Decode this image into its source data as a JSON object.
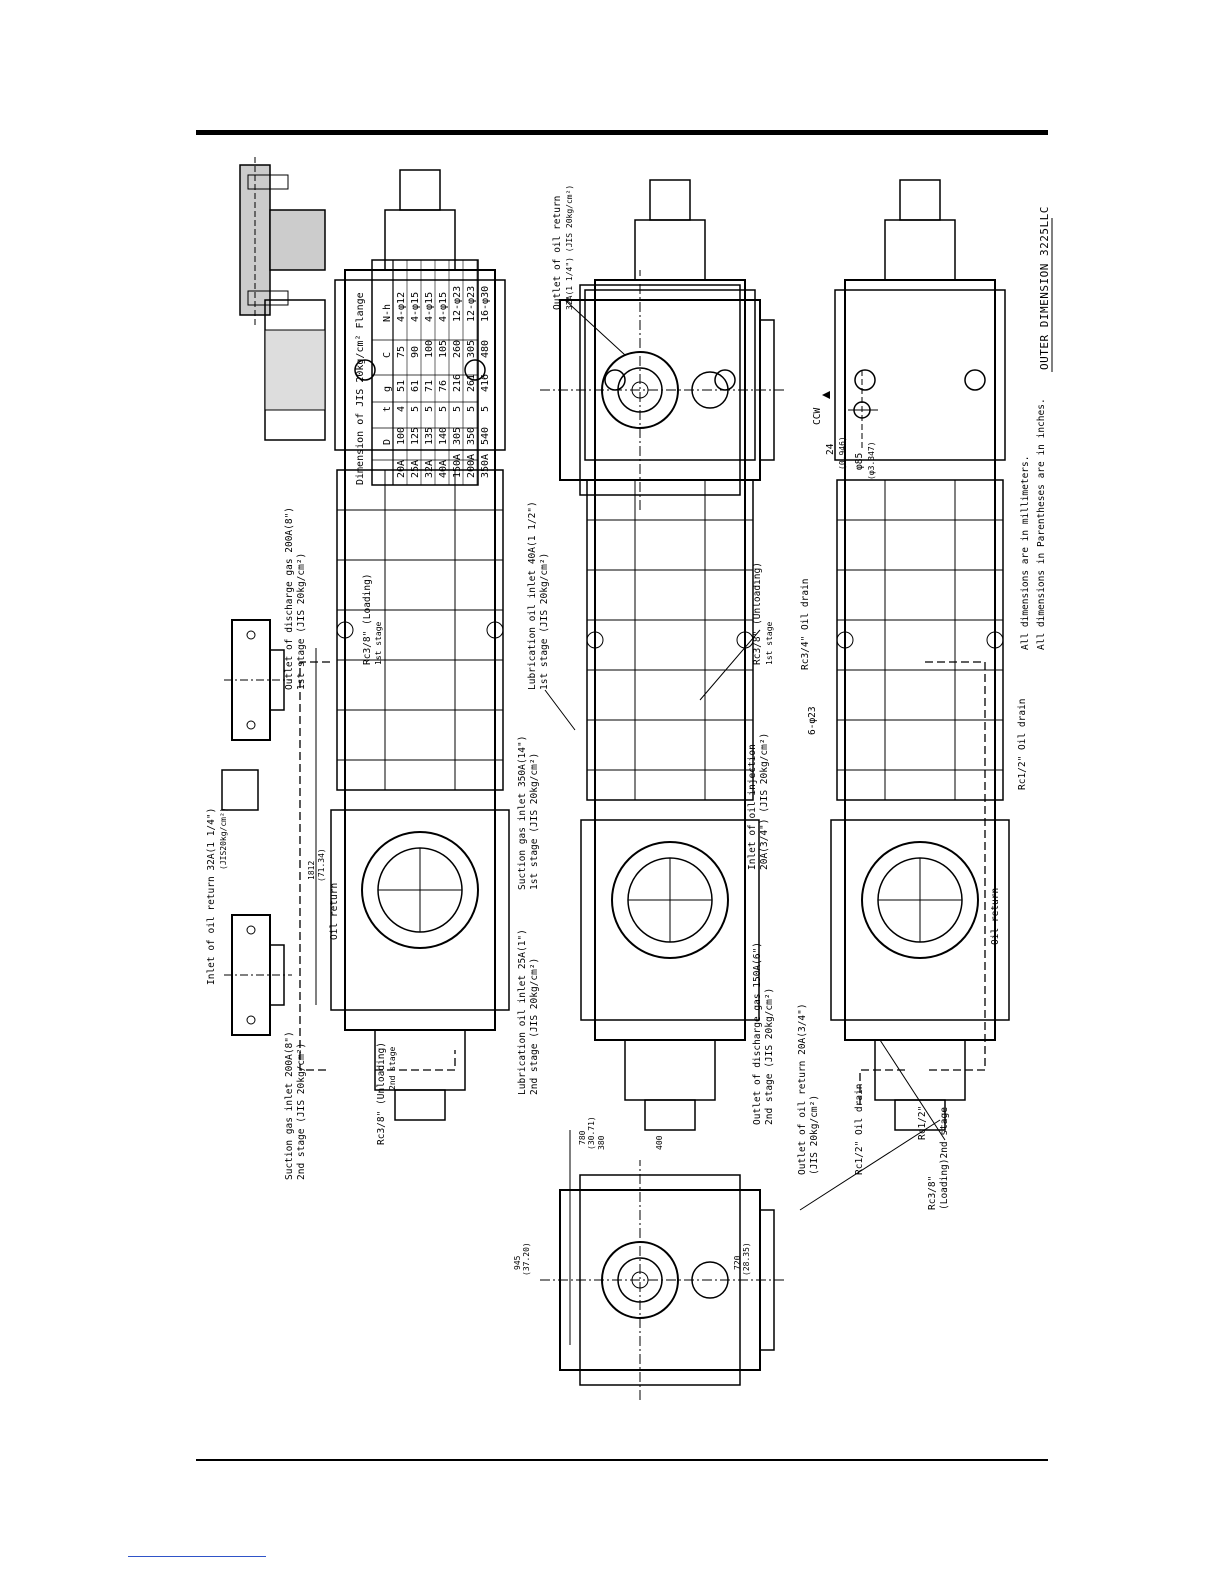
{
  "drawing": {
    "title": "OUTER DIMENSION  3225LLC",
    "notes": [
      "All dimensions are in millimeters.",
      "All dimensions in Parentheses are in inches."
    ],
    "labels": {
      "oil_return_inlet": "Inlet of oil return 32A(1 1/4\")",
      "oil_return_inlet_std": "(JIS20kg/cm²)",
      "discharge_outlet_1st": "Outlet of discharge gas 200A(8\")",
      "discharge_outlet_1st_b": "1st stage (JIS 20kg/cm²)",
      "suction_inlet_2nd": "Suction gas inlet 200A(8\")",
      "suction_inlet_2nd_b": "2nd stage (JIS 20kg/cm²)",
      "rc38_unloading_2nd": "Rc3/8\" (Unloading)",
      "rc38_unloading_2nd_b": "2nd stage",
      "rc38_loading_1st": "Rc3/8\" (Loading)",
      "rc38_loading_1st_b": "1st stage",
      "oil_return": "Oil return",
      "suction_inlet_1st": "Suction gas inlet 350A(14\")",
      "suction_inlet_1st_b": "1st stage (JIS 20kg/cm²)",
      "lub_oil_inlet_2nd": "Lubrication oil inlet 25A(1\")",
      "lub_oil_inlet_2nd_b": "2nd stage (JIS 20kg/cm²)",
      "lub_oil_inlet_1st": "Lubrication oil inlet 40A(1 1/2\")",
      "lub_oil_inlet_1st_b": "1st stage (JIS 20kg/cm²)",
      "discharge_outlet_2nd": "Outlet of discharge gas 150A(6\")",
      "discharge_outlet_2nd_b": "2nd stage (JIS 20kg/cm²)",
      "oil_injection_inlet": "Inlet of oil injection",
      "oil_injection_inlet_b": "20A(3/4\") (JIS 20kg/cm²)",
      "rc38_unloading_1st": "Rc3/8\" (Unloading)",
      "rc38_unloading_1st_b": "1st stage",
      "oil_return_outlet": "Outlet of oil return 20A(3/4\")",
      "oil_return_outlet_b": "(JIS 20kg/cm²)",
      "rc12_oil_drain_a": "Rc1/2\" Oil drain",
      "rc12_2nd": "Rc1/2\"",
      "rc12_2nd_b": "(Loading)2nd stage",
      "rc38_loading_2nd": "Rc3/8\"",
      "rc34_oil_drain": "Rc3/4\" Oil drain",
      "rc12_oil_drain_b": "Rc1/2\" Oil drain",
      "oil_return_outlet_top": "Outlet of oil return",
      "oil_return_outlet_top_b": "32A(1 1/4\") (JIS 20kg/cm²)",
      "ccw": "CCW",
      "shaft_d1": "24",
      "shaft_d1_in": "(0.946)",
      "shaft_d2": "φ85",
      "shaft_d2_in": "(φ3.347)",
      "bolts": "6-φ23",
      "dim_1812": "1812",
      "dim_1812_in": "(71.34)",
      "dim_780": "780",
      "dim_780_in": "(30.71)",
      "dim_400": "400",
      "dim_380": "380",
      "dim_945": "945",
      "dim_945_in": "(37.20)",
      "dim_720": "720",
      "dim_720_in": "(28.35)"
    }
  },
  "flange_table": {
    "caption": "Dimension of JIS 20kg/cm² Flange",
    "headers": [
      "",
      "D",
      "t",
      "g",
      "C",
      "N-h"
    ],
    "rows": [
      [
        "20A",
        "100",
        "4",
        "51",
        "75",
        "4-φ12"
      ],
      [
        "25A",
        "125",
        "5",
        "61",
        "90",
        "4-φ15"
      ],
      [
        "32A",
        "135",
        "5",
        "71",
        "100",
        "4-φ15"
      ],
      [
        "40A",
        "140",
        "5",
        "76",
        "105",
        "4-φ15"
      ],
      [
        "150A",
        "305",
        "5",
        "216",
        "260",
        "12-φ23"
      ],
      [
        "200A",
        "350",
        "5",
        "261",
        "305",
        "12-φ23"
      ],
      [
        "350A",
        "540",
        "5",
        "416",
        "480",
        "16-φ30"
      ]
    ]
  }
}
